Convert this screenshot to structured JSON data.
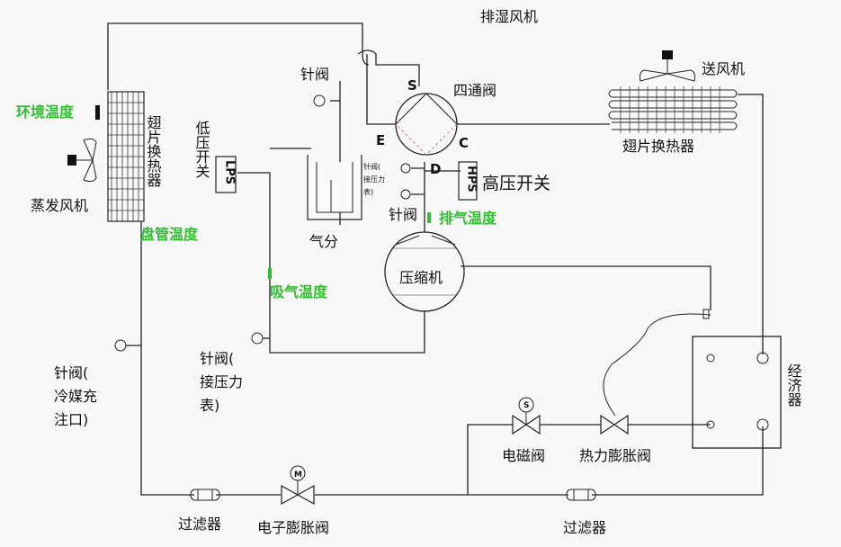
{
  "labels": {
    "exhaust_fan": "排湿风机",
    "supply_fan": "送风机",
    "needle_valve_top": "针阀",
    "four_way_valve": "四通阀",
    "port_s": "S",
    "port_e": "E",
    "port_c": "C",
    "port_d": "D",
    "fin_exchanger_right": "翅片换热器",
    "fin_exchanger_left": "翅片换热器",
    "ambient_temp": "环境温度",
    "evap_fan": "蒸发风机",
    "coil_temp": "盘管温度",
    "low_pressure_switch": "低压开关",
    "lps": "LPS",
    "high_pressure_switch": "高压开关",
    "hps": "HPS",
    "needle_gauge_small_l1": "针阀(",
    "needle_gauge_small_l2": "接压力",
    "needle_gauge_small_l3": "表)",
    "needle_valve_mid": "针阀",
    "discharge_temp": "排气温度",
    "gas_separator": "气分",
    "compressor": "压缩机",
    "suction_temp": "吸气温度",
    "needle_gauge_l1": "针阀(",
    "needle_gauge_l2": "接压力",
    "needle_gauge_l3": "表)",
    "charge_port_l1": "针阀(",
    "charge_port_l2": "冷媒充",
    "charge_port_l3": "注口)",
    "economizer": "经济器",
    "solenoid_valve": "电磁阀",
    "solenoid_mark": "S",
    "thermal_expansion_valve": "热力膨胀阀",
    "filter_left": "过滤器",
    "electronic_expansion_valve": "电子膨胀阀",
    "motor_mark": "M",
    "filter_right": "过滤器"
  },
  "colors": {
    "line": "#222222",
    "sensor_label": "#2fbf2f",
    "background": "#f8f8f8"
  }
}
